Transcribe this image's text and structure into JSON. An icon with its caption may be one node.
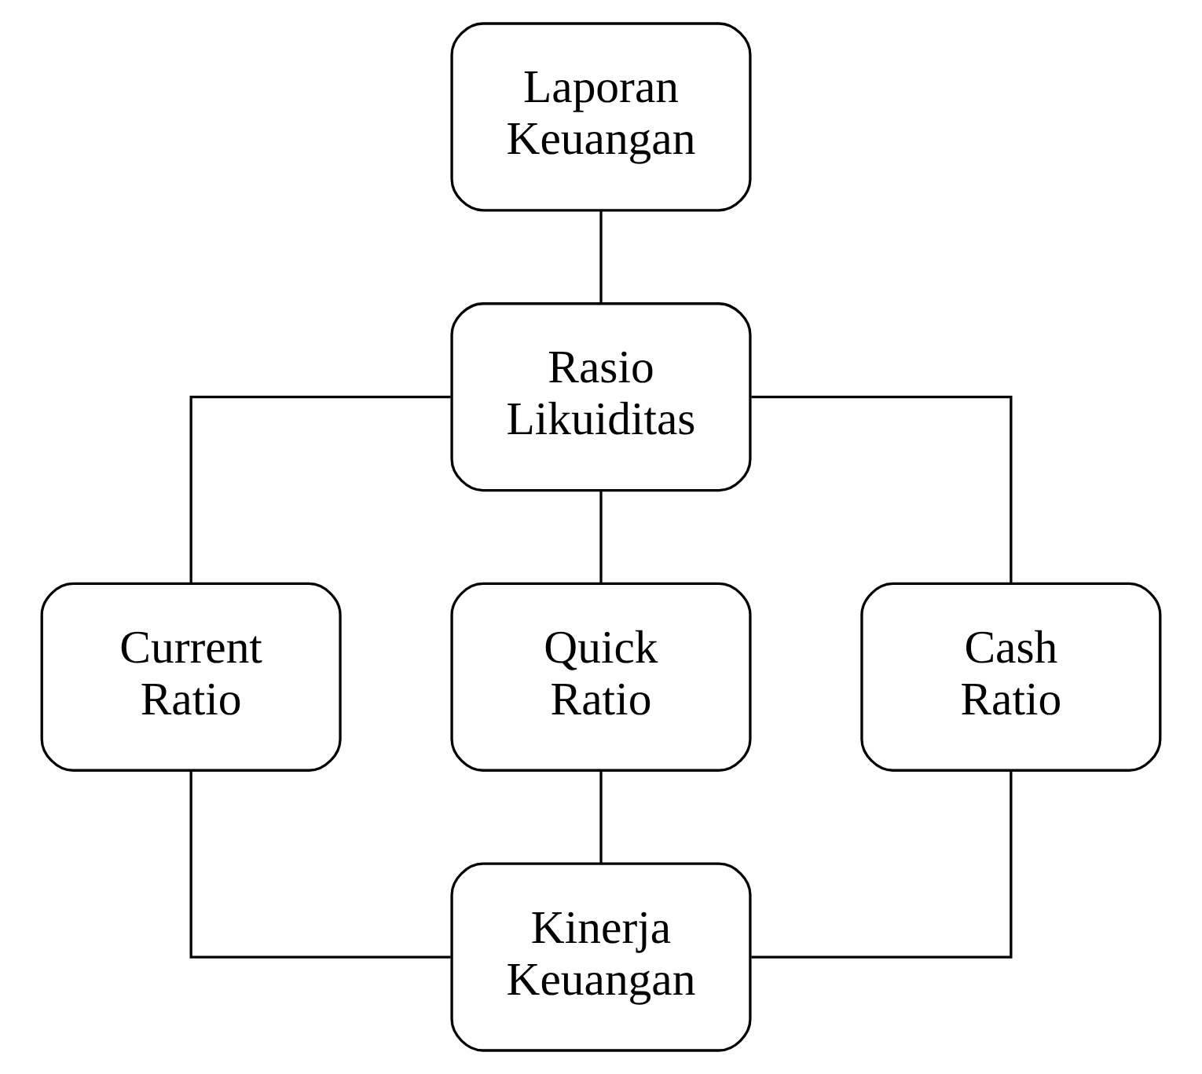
{
  "diagram": {
    "nodes": [
      {
        "text": [
          "Laporan Keuangan"
        ]
      },
      {
        "text": [
          "Rasio Likuiditas"
        ]
      },
      {
        "text": [
          "Current Ratio"
        ]
      },
      {
        "text": [
          "Quick Ratio"
        ]
      },
      {
        "text": [
          "Cash Ratio"
        ]
      },
      {
        "text": [
          "Kinerja Keuangan"
        ]
      }
    ],
    "edges": [
      {
        "from": 0,
        "to": 1,
        "arrow": "none"
      },
      {
        "from": 1,
        "to": 2,
        "arrow": "none"
      },
      {
        "from": 1,
        "to": 3,
        "arrow": "none"
      },
      {
        "from": 1,
        "to": 4,
        "arrow": "none"
      },
      {
        "from": 2,
        "to": 5,
        "arrow": "none"
      },
      {
        "from": 3,
        "to": 5,
        "arrow": "none"
      },
      {
        "from": 4,
        "to": 5,
        "arrow": "none"
      }
    ]
  }
}
